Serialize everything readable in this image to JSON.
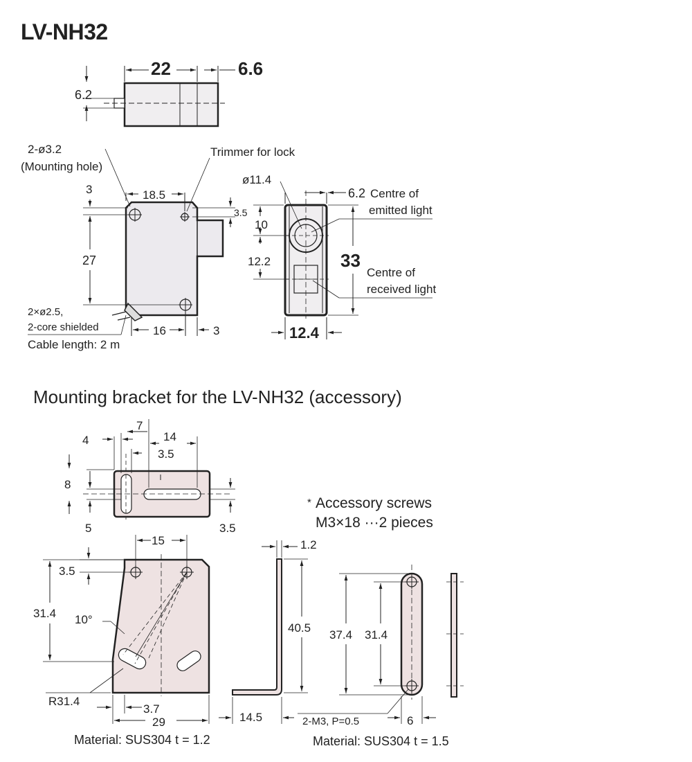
{
  "title": "LV-NH32",
  "bracket_title": "Mounting bracket for the LV-NH32 (accessory)",
  "sensor_top": {
    "dim_22": "22",
    "dim_6_6": "6.6",
    "dim_6_2": "6.2"
  },
  "sensor_front": {
    "mount_hole": "2-ø3.2",
    "mount_hole_note": "(Mounting hole)",
    "trimmer": "Trimmer for lock",
    "dim_3_top": "3",
    "dim_18_5": "18.5",
    "dim_3_5": "3.5",
    "dim_27": "27",
    "dim_16": "16",
    "dim_3_bottom": "3",
    "cable_1": "2×ø2.5,",
    "cable_2": "2-core shielded",
    "cable_3": "Cable length: 2 m"
  },
  "sensor_side": {
    "dia": "ø11.4",
    "dim_6_2": "6.2",
    "emit_1": "Centre of",
    "emit_2": "emitted light",
    "dim_10": "10",
    "dim_12_2": "12.2",
    "dim_33": "33",
    "recv_1": "Centre of",
    "recv_2": "received light",
    "dim_12_4": "12.4"
  },
  "bracket_top": {
    "dim_7": "7",
    "dim_4": "4",
    "dim_14": "14",
    "dim_3_5a": "3.5",
    "dim_8": "8",
    "dim_5": "5",
    "dim_3_5b": "3.5"
  },
  "accessory": {
    "line1": "Accessory screws",
    "line2": "M3×18 ···2 pieces",
    "star": "*"
  },
  "bracket_front": {
    "dim_15": "15",
    "dim_3_5": "3.5",
    "dim_31_4": "31.4",
    "angle": "10°",
    "radius": "R31.4",
    "dim_3_7": "3.7",
    "dim_29": "29",
    "material": "Material: SUS304 t = 1.2"
  },
  "bracket_side": {
    "dim_1_2": "1.2",
    "dim_40_5": "40.5",
    "dim_14_5": "14.5"
  },
  "nut_plate": {
    "dim_37_4": "37.4",
    "dim_31_4": "31.4",
    "thread": "2-M3, P=0.5",
    "dim_6": "6",
    "material": "Material: SUS304 t = 1.5"
  }
}
